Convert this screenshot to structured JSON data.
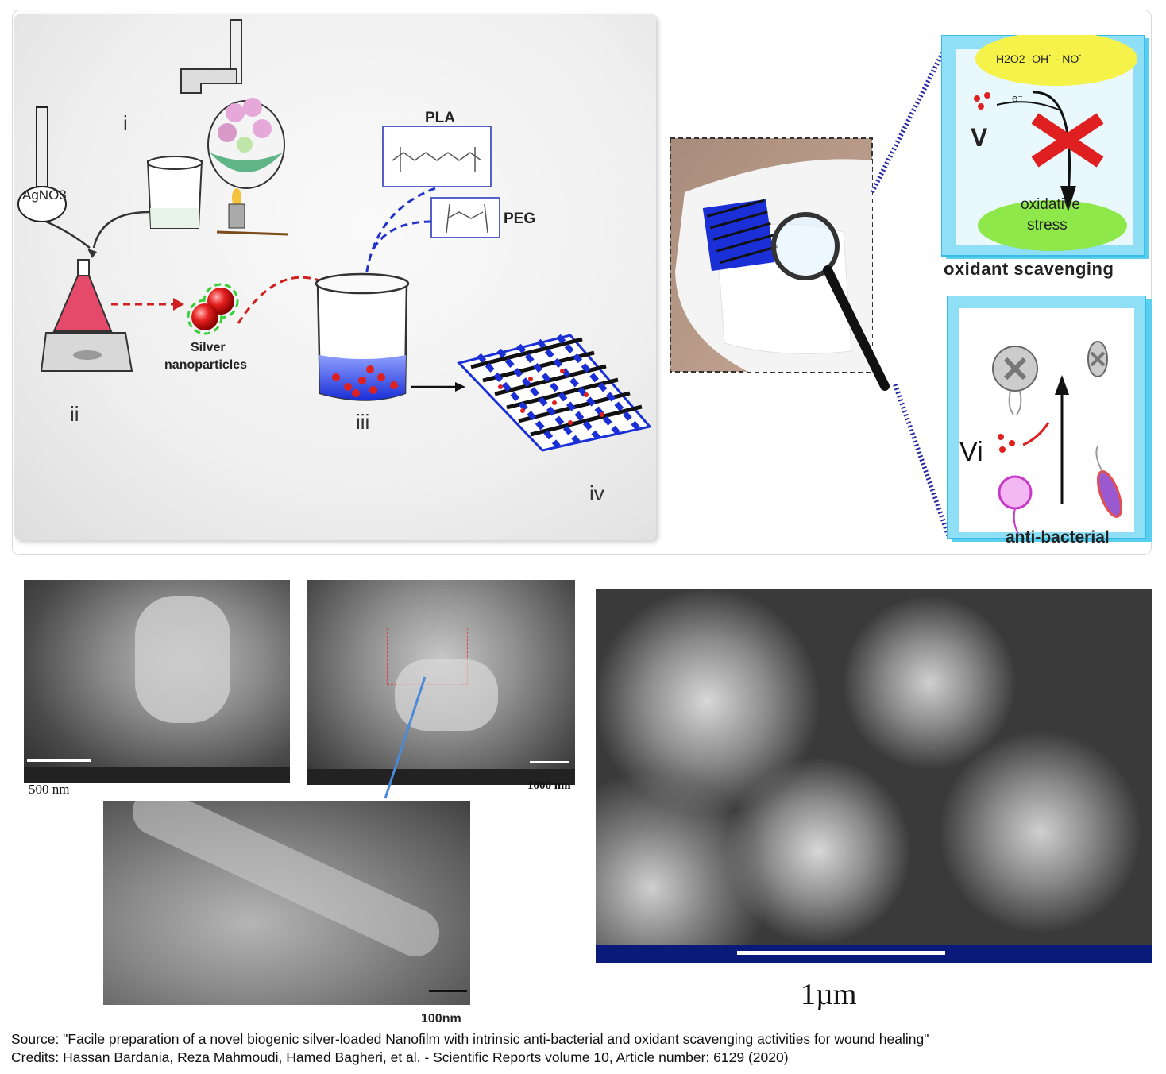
{
  "scheme": {
    "step_i": "i",
    "step_ii": "ii",
    "step_iii": "iii",
    "step_iv": "iv",
    "flask_label": "AgNO3",
    "pla_label": "PLA",
    "peg_label": "PEG",
    "silver_label_1": "Silver",
    "silver_label_2": "nanoparticles"
  },
  "oxidant": {
    "species": "H2O2 -OH˙ - NO˙",
    "electron": "e⁻",
    "step_v": "V",
    "stress_1": "oxidative",
    "stress_2": "stress",
    "title": "oxidant scavenging"
  },
  "bacteria": {
    "step_vi": "Vi",
    "title": "anti-bacterial"
  },
  "sem": {
    "scale_500": "500 nm",
    "scale_1000": "1000 nm",
    "scale_100": "100nm",
    "scale_1um": "1µm"
  },
  "footer": {
    "source": "Source: \"Facile preparation of a novel biogenic silver-loaded Nanofilm with intrinsic anti-bacterial and oxidant scavenging activities for wound healing\"",
    "credits": "Credits: Hassan Bardania, Reza Mahmoudi, Hamed Bagheri, et al. - Scientific Reports volume 10, Article number: 6129 (2020)"
  },
  "colors": {
    "nanoparticle": "#e02020",
    "mesh": "#1a2fd6",
    "box_cyan": "#59cff0",
    "ellipse_yellow": "#f5f24a",
    "ellipse_green": "#8ee84a",
    "sem_bar": "#0a1a7a"
  }
}
